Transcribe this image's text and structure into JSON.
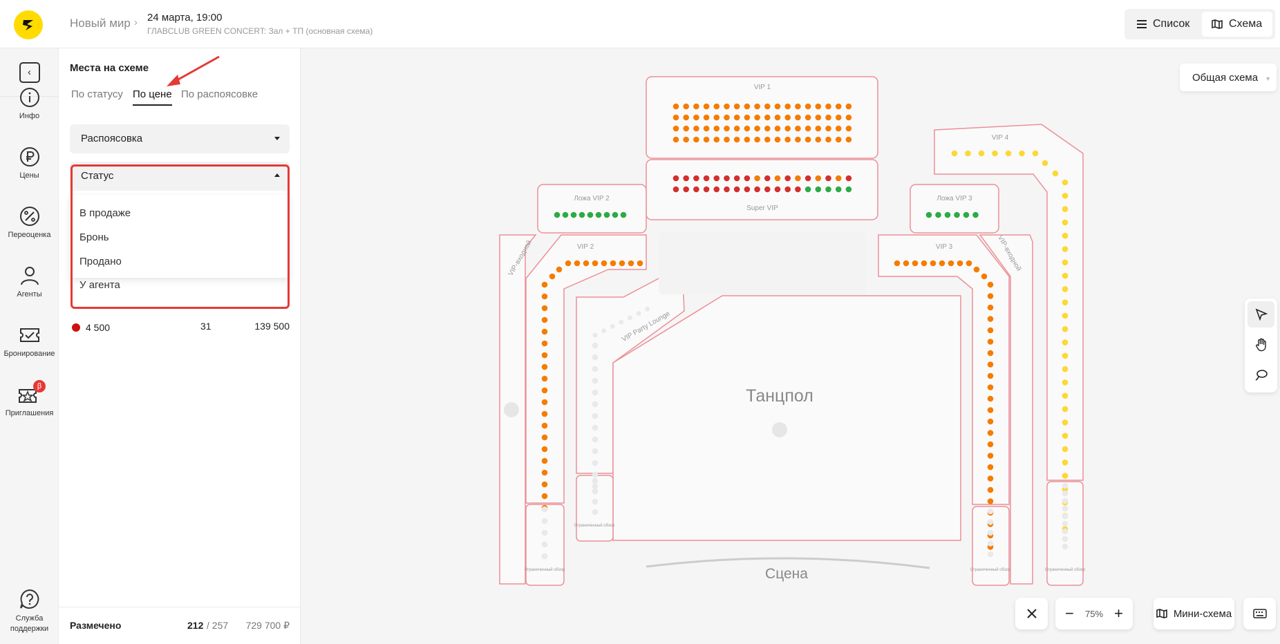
{
  "header": {
    "venue": "Новый мир",
    "date": "24 марта, 19:00",
    "subtitle": "ГЛАВCLUB GREEN CONCERT: Зал + ТП (основная схема)",
    "view_list": "Список",
    "view_schema": "Схема"
  },
  "rail": {
    "info": "Инфо",
    "prices": "Цены",
    "revaluation": "Переоценка",
    "agents": "Агенты",
    "booking": "Бронирование",
    "invites": "Приглашения",
    "invites_badge": "β",
    "support": "Служба поддержки"
  },
  "panel": {
    "title": "Места на схеме",
    "tabs": [
      "По статусу",
      "По цене",
      "По распоясовке"
    ],
    "select1": "Распоясовка",
    "select2": "Статус",
    "options": [
      "В продаже",
      "Бронь",
      "Продано",
      "У агента"
    ],
    "price_row": {
      "price": "4 500",
      "count": "31",
      "sum": "139 500",
      "color": "#cc1111"
    },
    "footer_label": "Размечено",
    "footer_done": "212",
    "footer_total": "/ 257",
    "footer_sum": "729 700 ₽"
  },
  "map": {
    "general": "Общая схема",
    "zoom": "75%",
    "minimap": "Мини-схема",
    "vip1": "VIP 1",
    "supervip": "Super VIP",
    "lozha2": "Ложа VIP 2",
    "lozha3": "Ложа VIP 3",
    "vip2": "VIP 2",
    "vip3": "VIP 3",
    "vip4": "VIP 4",
    "vip_entrance": "VIP-входной",
    "party": "VIP Party Lounge",
    "dance": "Танцпол",
    "stage": "Сцена",
    "limited": "Ограниченный обзор",
    "colors": {
      "orange": "#f57c00",
      "red": "#d32f2f",
      "green": "#2eaa46",
      "yellow": "#fdd835",
      "outline": "#ec8f97"
    }
  }
}
